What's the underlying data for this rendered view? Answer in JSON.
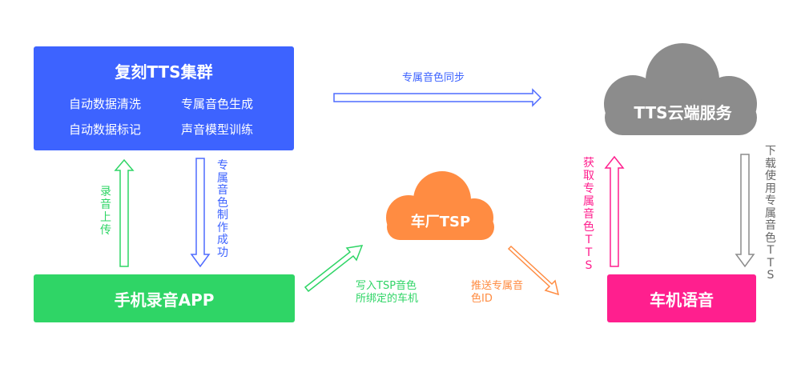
{
  "tts_cluster": {
    "title": "复刻TTS集群",
    "items": [
      "自动数据清洗",
      "专属音色生成",
      "自动数据标记",
      "声音模型训练"
    ]
  },
  "phone_app": {
    "label": "手机录音APP"
  },
  "car_voice": {
    "label": "车机语音"
  },
  "tts_cloud": {
    "label": "TTS云端服务"
  },
  "oem_tsp": {
    "label": "车厂TSP"
  },
  "arrows": {
    "sync_label": "专属音色同步",
    "record_upload": "录音上传",
    "voice_made": "专属音色制作成功",
    "write_tsp": "写入TSP音色所绑定的车机",
    "push_voice": "推送专属音色ID",
    "get_voice": "获取专属音色TTS",
    "download_voice": "下载使用专属音色TTS"
  },
  "colors": {
    "blue": "#3d63ff",
    "green": "#2fd566",
    "pink": "#ff1f8e",
    "gray_cloud": "#8c8c8c",
    "orange_cloud": "#ff8c42"
  }
}
